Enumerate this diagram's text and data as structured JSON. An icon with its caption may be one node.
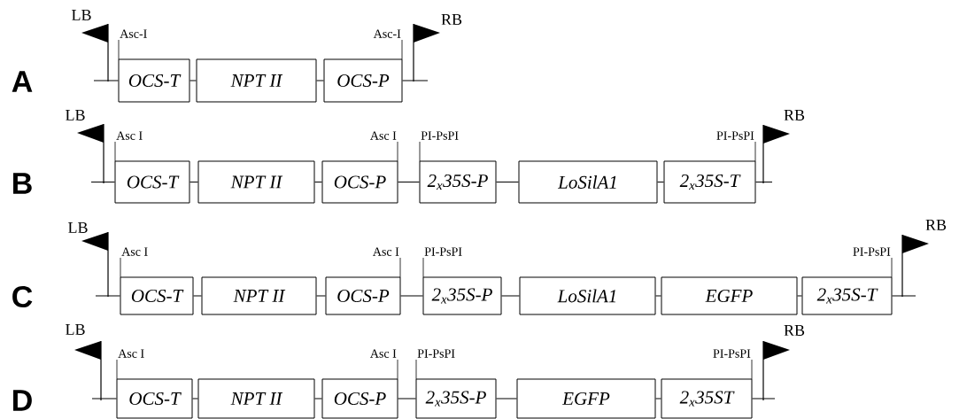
{
  "diagram": {
    "nodes": [
      {
        "text": [
          "OCS-T"
        ],
        "beside": [
          "Asc-I"
        ]
      },
      {
        "text": [
          "NPT II"
        ]
      },
      {
        "text": [
          "OCS-P"
        ],
        "beside": [
          "Asc-I"
        ]
      },
      {
        "text": [
          "OCS-T"
        ],
        "beside": [
          "Asc I"
        ]
      },
      {
        "text": [
          "NPT II"
        ]
      },
      {
        "text": [
          "OCS-P"
        ],
        "beside": [
          "Asc I"
        ]
      },
      {
        "text": [
          "2$_{x}$35S-P"
        ],
        "beside": [
          "PI-PsPI"
        ]
      },
      {
        "text": [
          "LoSilA1"
        ]
      },
      {
        "text": [
          "2$_{x}$35S-T"
        ],
        "beside": [
          "PI-PsPI"
        ]
      },
      {
        "text": [
          "OCS-T"
        ],
        "beside": [
          "Asc I"
        ]
      },
      {
        "text": [
          "NPT II"
        ]
      },
      {
        "text": [
          "OCS-P"
        ],
        "beside": [
          "Asc I"
        ]
      },
      {
        "text": [
          "2$_{x}$35S-P"
        ],
        "beside": [
          "PI-PsPI"
        ]
      },
      {
        "text": [
          "LoSilA1"
        ]
      },
      {
        "text": [
          "EGFP"
        ]
      },
      {
        "text": [
          "2$_{x}$35S-T"
        ],
        "beside": [
          "PI-PsPI"
        ]
      },
      {
        "text": [
          "OCS-T"
        ],
        "beside": [
          "Asc I"
        ]
      },
      {
        "text": [
          "NPT II"
        ]
      },
      {
        "text": [
          "OCS-P"
        ],
        "beside": [
          "Asc I"
        ]
      },
      {
        "text": [
          "2$_{x}$35S-P"
        ],
        "beside": [
          "PI-PsPI"
        ]
      },
      {
        "text": [
          "EGFP"
        ]
      },
      {
        "text": [
          "2$_{x}$35ST"
        ],
        "beside": [
          "PI-PsPI"
        ]
      }
    ],
    "edges": [
      {
        "from": null,
        "to": 0,
        "arrow": "none"
      },
      {
        "from": 0,
        "to": 1,
        "arrow": "none"
      },
      {
        "from": 1,
        "to": 2,
        "arrow": "none"
      },
      {
        "from": 2,
        "to": null,
        "arrow": "none"
      },
      {
        "from": null,
        "to": 3,
        "arrow": "none"
      },
      {
        "from": 3,
        "to": 4,
        "arrow": "none"
      },
      {
        "from": 4,
        "to": 5,
        "arrow": "none"
      },
      {
        "from": 5,
        "to": 6,
        "arrow": "none"
      },
      {
        "from": 6,
        "to": 7,
        "arrow": "none"
      },
      {
        "from": 7,
        "to": 8,
        "arrow": "none"
      },
      {
        "from": 8,
        "to": null,
        "arrow": "none"
      },
      {
        "from": null,
        "to": 9,
        "arrow": "none"
      },
      {
        "from": 9,
        "to": 10,
        "arrow": "none"
      },
      {
        "from": 10,
        "to": 11,
        "arrow": "none"
      },
      {
        "from": 11,
        "to": 12,
        "arrow": "none"
      },
      {
        "from": 12,
        "to": 13,
        "arrow": "none"
      },
      {
        "from": 13,
        "to": 14,
        "arrow": "none"
      },
      {
        "from": 14,
        "to": 15,
        "arrow": "none"
      },
      {
        "from": 15,
        "to": null,
        "arrow": "none"
      },
      {
        "from": null,
        "to": 16,
        "arrow": "none"
      },
      {
        "from": 16,
        "to": 17,
        "arrow": "none"
      },
      {
        "from": 17,
        "to": 18,
        "arrow": "none"
      },
      {
        "from": 18,
        "to": 19,
        "arrow": "none"
      },
      {
        "from": 19,
        "to": 20,
        "arrow": "none"
      },
      {
        "from": 20,
        "to": 21,
        "arrow": "none"
      },
      {
        "from": 21,
        "to": null,
        "arrow": "none"
      }
    ],
    "labels": [
      "LB",
      "RB",
      "A",
      "LB",
      "RB",
      "B",
      "LB",
      "RB",
      "C",
      "LB",
      "RB",
      "D"
    ]
  }
}
